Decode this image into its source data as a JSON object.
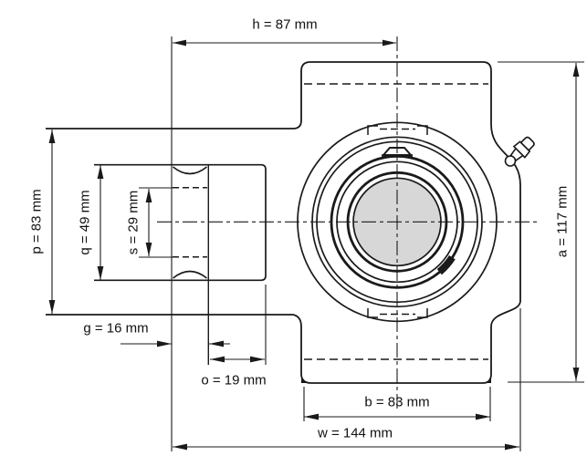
{
  "drawing_title": "",
  "dimensions": {
    "h": {
      "label": "h = 87 mm",
      "value_mm": 87,
      "orientation": "horizontal"
    },
    "a": {
      "label": "a = 117 mm",
      "value_mm": 117,
      "orientation": "vertical"
    },
    "p": {
      "label": "p = 83 mm",
      "value_mm": 83,
      "orientation": "vertical"
    },
    "q": {
      "label": "q = 49 mm",
      "value_mm": 49,
      "orientation": "vertical"
    },
    "s": {
      "label": "s = 29 mm",
      "value_mm": 29,
      "orientation": "vertical"
    },
    "g": {
      "label": "g = 16 mm",
      "value_mm": 16,
      "orientation": "horizontal"
    },
    "o": {
      "label": "o = 19 mm",
      "value_mm": 19,
      "orientation": "horizontal"
    },
    "b": {
      "label": "b = 83 mm",
      "value_mm": 83,
      "orientation": "horizontal"
    },
    "w": {
      "label": "w = 144 mm",
      "value_mm": 144,
      "orientation": "horizontal"
    }
  },
  "colors": {
    "line": "#1a1a1a",
    "bore_fill": "#d7d7d7",
    "background": "#ffffff"
  }
}
